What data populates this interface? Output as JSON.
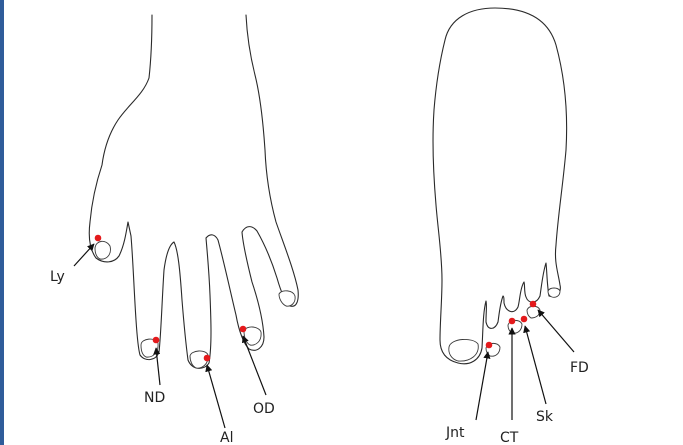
{
  "figure": {
    "hand": {
      "labels": {
        "ly": "Ly",
        "nd": "ND",
        "al": "Al",
        "od": "OD"
      }
    },
    "foot": {
      "labels": {
        "jnt": "Jnt",
        "ct": "CT",
        "sk": "Sk",
        "fd": "FD"
      }
    },
    "colors": {
      "marker": "#e41a1c",
      "outline": "#2a2a2a",
      "border": "#2f5c9a"
    }
  }
}
